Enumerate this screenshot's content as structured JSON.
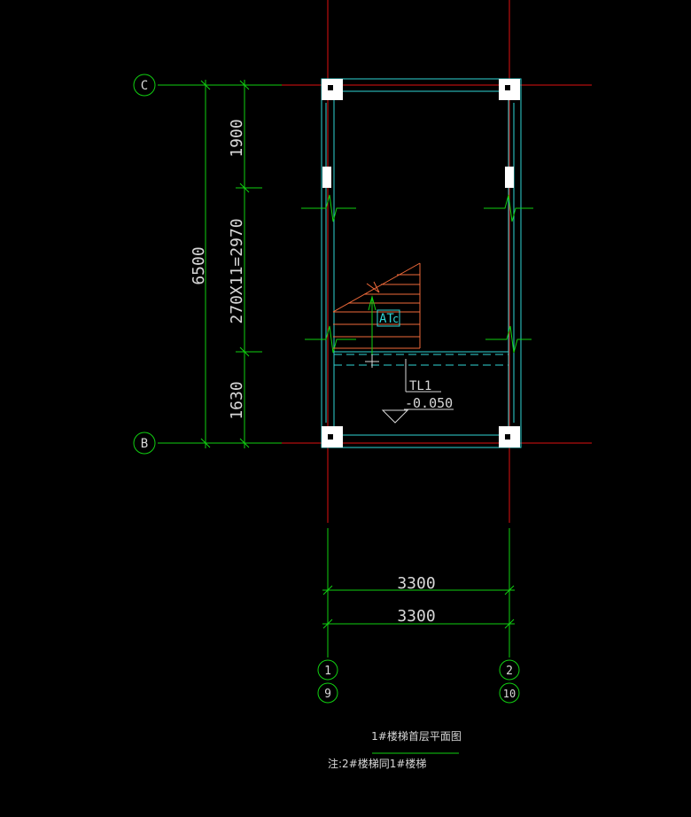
{
  "colors": {
    "background": "#000000",
    "axis": "#e01010",
    "dimension": "#11d011",
    "wall": "#2fd6d6",
    "stair": "#f06a3a",
    "text": "#d8d8d8",
    "column": "#ffffff"
  },
  "axes": {
    "rows": [
      {
        "label": "C"
      },
      {
        "label": "B"
      }
    ],
    "cols": [
      {
        "label": "1",
        "sub": "9"
      },
      {
        "label": "2",
        "sub": "10"
      }
    ]
  },
  "dimensions": {
    "total_vertical": "6500",
    "segment_top": "1900",
    "segment_mid": "270X11=2970",
    "segment_bottom": "1630",
    "horizontal_1": "3300",
    "horizontal_2": "3300"
  },
  "annotations": {
    "stair_label": "AT",
    "stair_label_suffix": "c",
    "beam_label": "TL1",
    "elevation": "-0.050"
  },
  "caption": {
    "title": "1#楼梯首层平面图",
    "note": "注:2#楼梯同1#楼梯"
  },
  "icons": {
    "axis_bubble": "circle-axis-bubble-icon",
    "elevation_marker": "triangle-elevation-marker-icon",
    "direction_arrow": "arrow-up-icon",
    "break_line": "break-line-icon"
  }
}
